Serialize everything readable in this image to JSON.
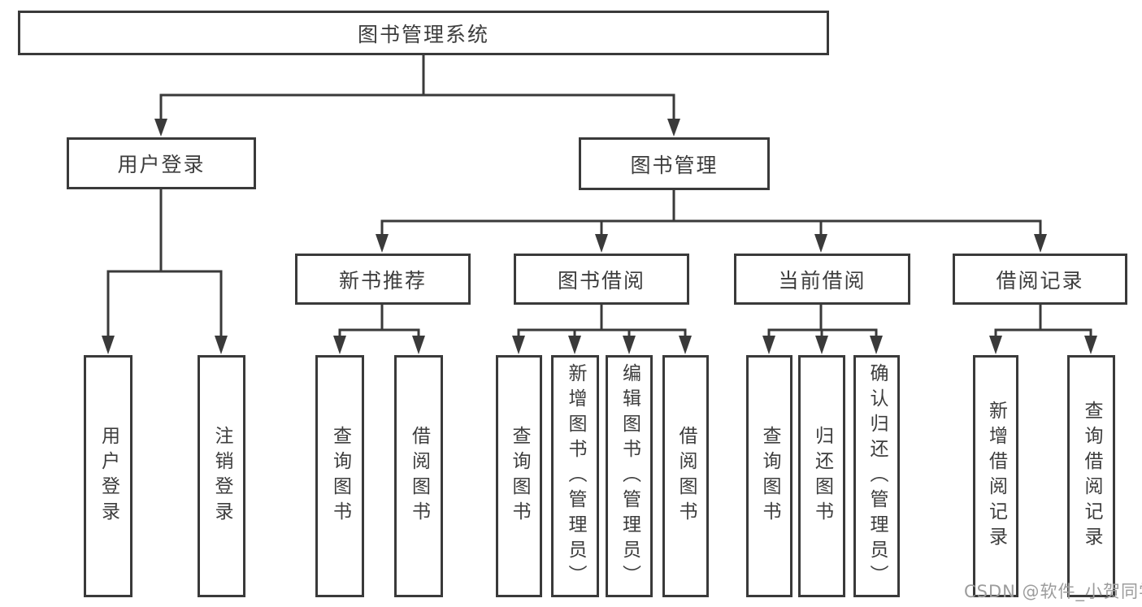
{
  "title": "图书管理系统",
  "watermark": "CSDN @软件_小贺同学",
  "colors": {
    "background": "#ffffff",
    "line": "#3a3a3a",
    "text": "#3d3d3d",
    "watermark": "#9c9c9c"
  },
  "tree": {
    "root": {
      "label": "图书管理系统"
    },
    "branches": [
      {
        "label": "用户登录",
        "children": [
          {
            "label": "用户登录"
          },
          {
            "label": "注销登录"
          }
        ]
      },
      {
        "label": "图书管理",
        "children": [
          {
            "label": "新书推荐",
            "children": [
              {
                "label": "查询图书"
              },
              {
                "label": "借阅图书"
              }
            ]
          },
          {
            "label": "图书借阅",
            "children": [
              {
                "label": "查询图书"
              },
              {
                "label": "新增图书（管理员）"
              },
              {
                "label": "编辑图书（管理员）"
              },
              {
                "label": "借阅图书"
              }
            ]
          },
          {
            "label": "当前借阅",
            "children": [
              {
                "label": "查询图书"
              },
              {
                "label": "归还图书"
              },
              {
                "label": "确认归还（管理员）"
              }
            ]
          },
          {
            "label": "借阅记录",
            "children": [
              {
                "label": "新增借阅记录"
              },
              {
                "label": "查询借阅记录"
              }
            ]
          }
        ]
      }
    ]
  }
}
